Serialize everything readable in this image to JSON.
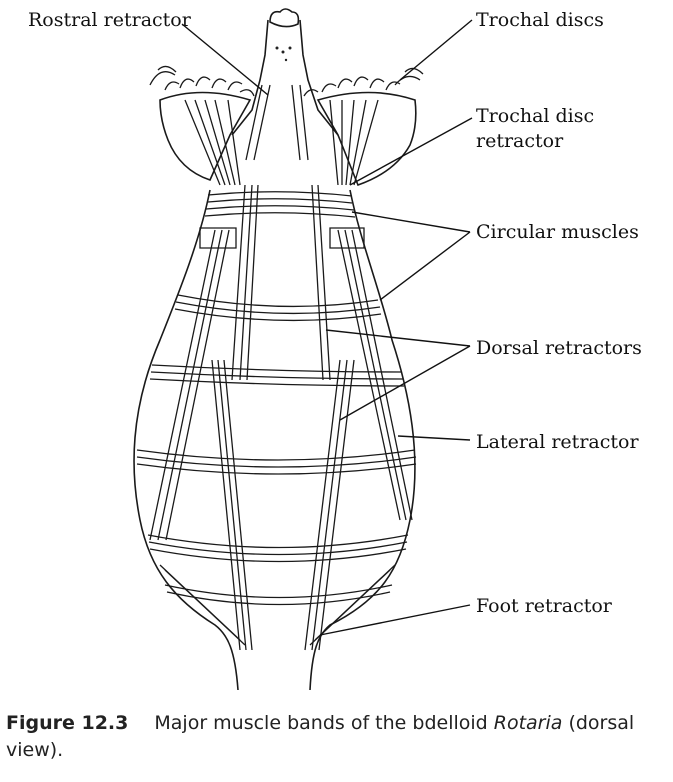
{
  "labels": {
    "rostral_retractor": "Rostral retractor",
    "trochal_discs": "Trochal discs",
    "trochal_disc_retractor_line1": "Trochal disc",
    "trochal_disc_retractor_line2": "retractor",
    "circular_muscles": "Circular muscles",
    "dorsal_retractors": "Dorsal retractors",
    "lateral_retractor": "Lateral retractor",
    "foot_retractor": "Foot retractor"
  },
  "caption": {
    "figure_number": "Figure 12.3",
    "text_before": "Major muscle bands of the bdelloid ",
    "species": "Rotaria",
    "text_after": " (dorsal view)."
  }
}
